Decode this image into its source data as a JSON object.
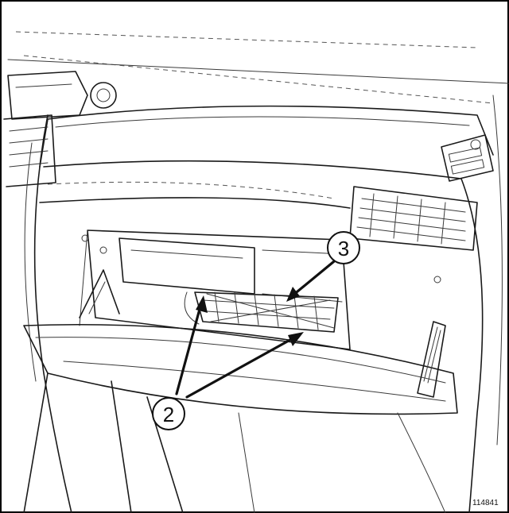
{
  "callouts": [
    {
      "id": "2",
      "label": "2"
    },
    {
      "id": "3",
      "label": "3"
    }
  ],
  "reference_code": "114841",
  "colors": {
    "line": "#1a1a1a",
    "background": "#ffffff",
    "frame": "#000000"
  }
}
